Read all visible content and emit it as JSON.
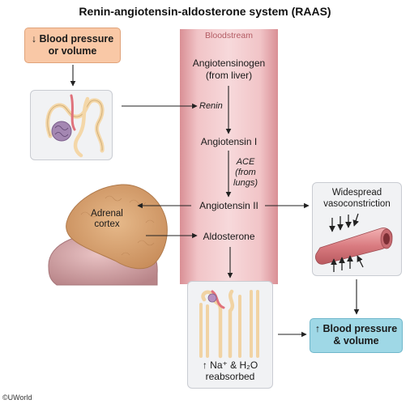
{
  "title": "Renin-angiotensin-aldosterone system (RAAS)",
  "bloodstream_label": "Bloodstream",
  "boxes": {
    "low_bp_line1": "↓ Blood pressure",
    "low_bp_line2": "or volume",
    "high_bp_line1": "↑ Blood pressure",
    "high_bp_line2": "& volume"
  },
  "cascade": {
    "angiotensinogen": "Angiotensinogen",
    "from_liver": "(from liver)",
    "renin": "Renin",
    "angiotensin1": "Angiotensin I",
    "ace": "ACE",
    "from": "(from",
    "lungs": "lungs)",
    "angiotensin2": "Angiotensin II",
    "aldosterone": "Aldosterone"
  },
  "adrenal": {
    "line1": "Adrenal",
    "line2": "cortex"
  },
  "vasoconstriction": {
    "line1": "Widespread",
    "line2": "vasoconstriction"
  },
  "reabsorption": {
    "line1": "↑ Na⁺ & H₂O",
    "line2": "reabsorbed"
  },
  "credit": "©UWorld",
  "colors": {
    "low_bp_fill": "#f9c8a6",
    "high_bp_fill": "#9fd8e6",
    "vessel": "#f1c4c7",
    "arrow": "#222222"
  }
}
